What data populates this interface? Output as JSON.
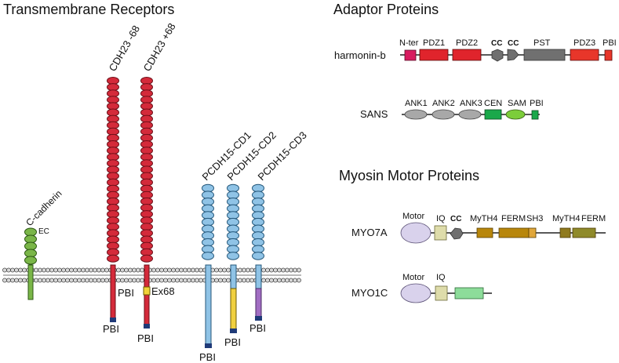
{
  "headings": {
    "transmembrane": "Transmembrane Receptors",
    "adaptor": "Adaptor Proteins",
    "myosin": "Myosin Motor Proteins"
  },
  "colors": {
    "membrane_fill": "#d8d8d8",
    "membrane_stroke": "#222222",
    "cadherin": "#7ab648",
    "cdh23": "#d42a3a",
    "pcdh15": "#8fc3e6",
    "pbi_tag": "#1f3a78",
    "ex68": "#f2d33a",
    "pcdh15_cd2_tail": "#f0d040",
    "pcdh15_cd3_tail": "#a16dc2",
    "harmonin_nter": "#d81b60",
    "harmonin_pdz": "#e0242c",
    "harmonin_cc": "#707070",
    "harmonin_pst": "#707070",
    "harmonin_pdz3": "#e8362a",
    "sans_ank": "#a8a8a8",
    "sans_cen": "#1aa84a",
    "sans_sam": "#7ccd3a",
    "myo_motor": "#d9d2ec",
    "myo_iq": "#dedcaa",
    "myo_cc": "#707070",
    "myo_myth4": "#b8860b",
    "myo_ferm": "#b8860b",
    "myo_sh3": "#e0a63a",
    "myo_myth4_2": "#8f7a1e",
    "myo_ferm_2": "#8f8a2a",
    "myo1c_tail": "#8ddc9a"
  },
  "receptors": {
    "c_cadherin": "C-cadherin",
    "ec": "EC",
    "cdh23_minus": "CDH23 -68",
    "cdh23_plus": "CDH23 +68",
    "pbi": "PBI",
    "ex68": "Ex68",
    "pcdh15_cd1": "PCDH15-CD1",
    "pcdh15_cd2": "PCDH15-CD2",
    "pcdh15_cd3": "PCDH15-CD3"
  },
  "harmonin": {
    "name": "harmonin-b",
    "nter": "N-ter",
    "pdz1": "PDZ1",
    "pdz2": "PDZ2",
    "cc1": "CC",
    "cc2": "CC",
    "pst": "PST",
    "pdz3": "PDZ3",
    "pbi": "PBI"
  },
  "sans": {
    "name": "SANS",
    "ank1": "ANK1",
    "ank2": "ANK2",
    "ank3": "ANK3",
    "cen": "CEN",
    "sam": "SAM",
    "pbi": "PBI"
  },
  "myo7a": {
    "name": "MYO7A",
    "motor": "Motor",
    "iq": "IQ",
    "cc": "CC",
    "myth4": "MyTH4",
    "ferm": "FERM",
    "sh3": "SH3",
    "myth4_2": "MyTH4",
    "ferm_2": "FERM"
  },
  "myo1c": {
    "name": "MYO1C",
    "motor": "Motor",
    "iq": "IQ"
  }
}
